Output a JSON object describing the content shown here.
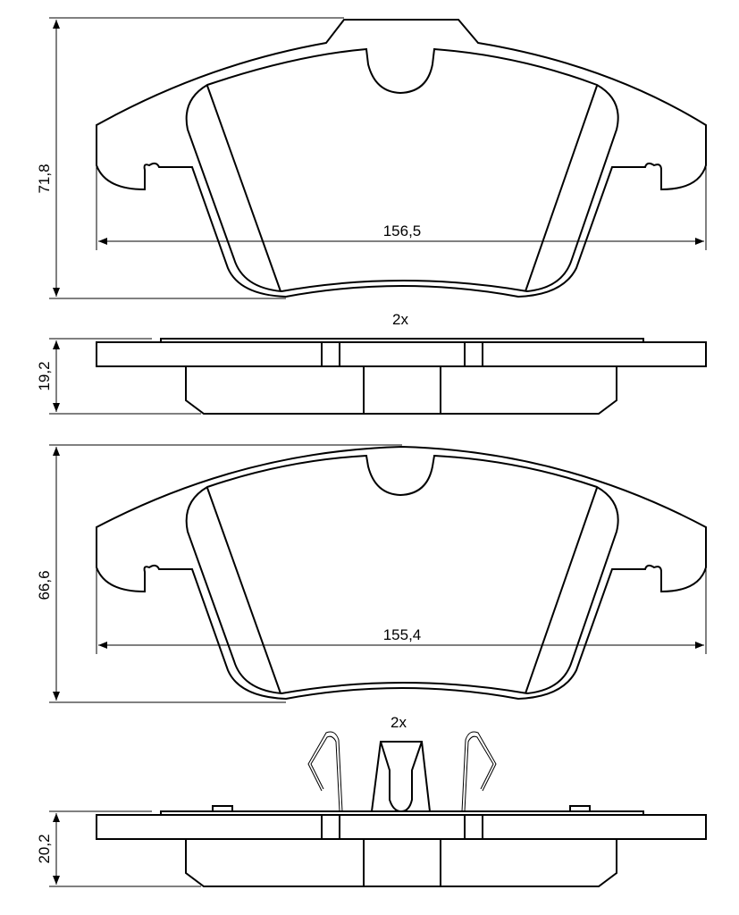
{
  "drawing": {
    "pad1": {
      "height_label": "71,8",
      "width_label": "156,5",
      "quantity_label": "2x",
      "thickness_label": "19,2"
    },
    "pad2": {
      "height_label": "66,6",
      "width_label": "155,4",
      "quantity_label": "2x",
      "thickness_label": "20,2"
    },
    "colors": {
      "line": "#000000",
      "background": "#ffffff"
    }
  }
}
